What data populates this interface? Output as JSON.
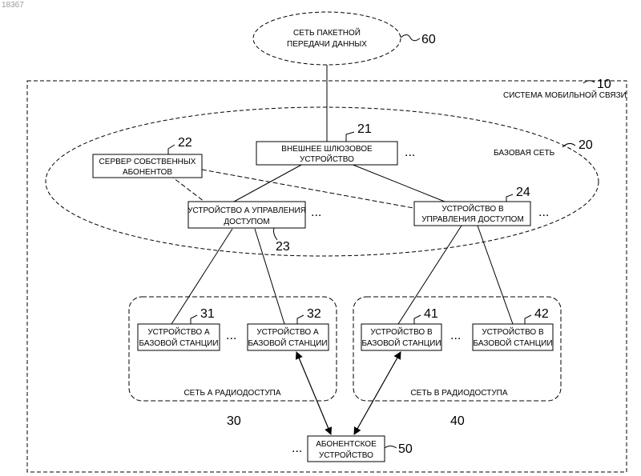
{
  "corner_id": "18367",
  "packet_network": {
    "line1": "СЕТЬ ПАКЕТНОЙ",
    "line2": "ПЕРЕДАЧИ ДАННЫХ",
    "ref": "60"
  },
  "mobile_system": {
    "label": "СИСТЕМА МОБИЛЬНОЙ СВЯЗИ",
    "ref": "10"
  },
  "core_network": {
    "label": "БАЗОВАЯ СЕТЬ",
    "ref": "20"
  },
  "gateway": {
    "line1": "ВНЕШНЕЕ ШЛЮЗОВОЕ",
    "line2": "УСТРОЙСТВО",
    "ref": "21"
  },
  "subscriber_server": {
    "line1": "СЕРВЕР СОБСТВЕННЫХ",
    "line2": "АБОНЕНТОВ",
    "ref": "22"
  },
  "access_ctrl_a": {
    "line1": "УСТРОЙСТВО А УПРАВЛЕНИЯ",
    "line2": "ДОСТУПОМ",
    "ref": "23"
  },
  "access_ctrl_b": {
    "line1": "УСТРОЙСТВО В",
    "line2": "УПРАВЛЕНИЯ ДОСТУПОМ",
    "ref": "24"
  },
  "ran_a": {
    "label": "СЕТЬ А РАДИОДОСТУПА",
    "ref": "30"
  },
  "ran_b": {
    "label": "СЕТЬ В РАДИОДОСТУПА",
    "ref": "40"
  },
  "bs_a1": {
    "line1": "УСТРОЙСТВО А",
    "line2": "БАЗОВОЙ СТАНЦИИ",
    "ref": "31"
  },
  "bs_a2": {
    "line1": "УСТРОЙСТВО А",
    "line2": "БАЗОВОЙ СТАНЦИИ",
    "ref": "32"
  },
  "bs_b1": {
    "line1": "УСТРОЙСТВО В",
    "line2": "БАЗОВОЙ СТАНЦИИ",
    "ref": "41"
  },
  "bs_b2": {
    "line1": "УСТРОЙСТВО В",
    "line2": "БАЗОВОЙ СТАНЦИИ",
    "ref": "42"
  },
  "subscriber_device": {
    "line1": "АБОНЕНТСКОЕ",
    "line2": "УСТРОЙСТВО",
    "ref": "50"
  },
  "ellipsis": "..."
}
